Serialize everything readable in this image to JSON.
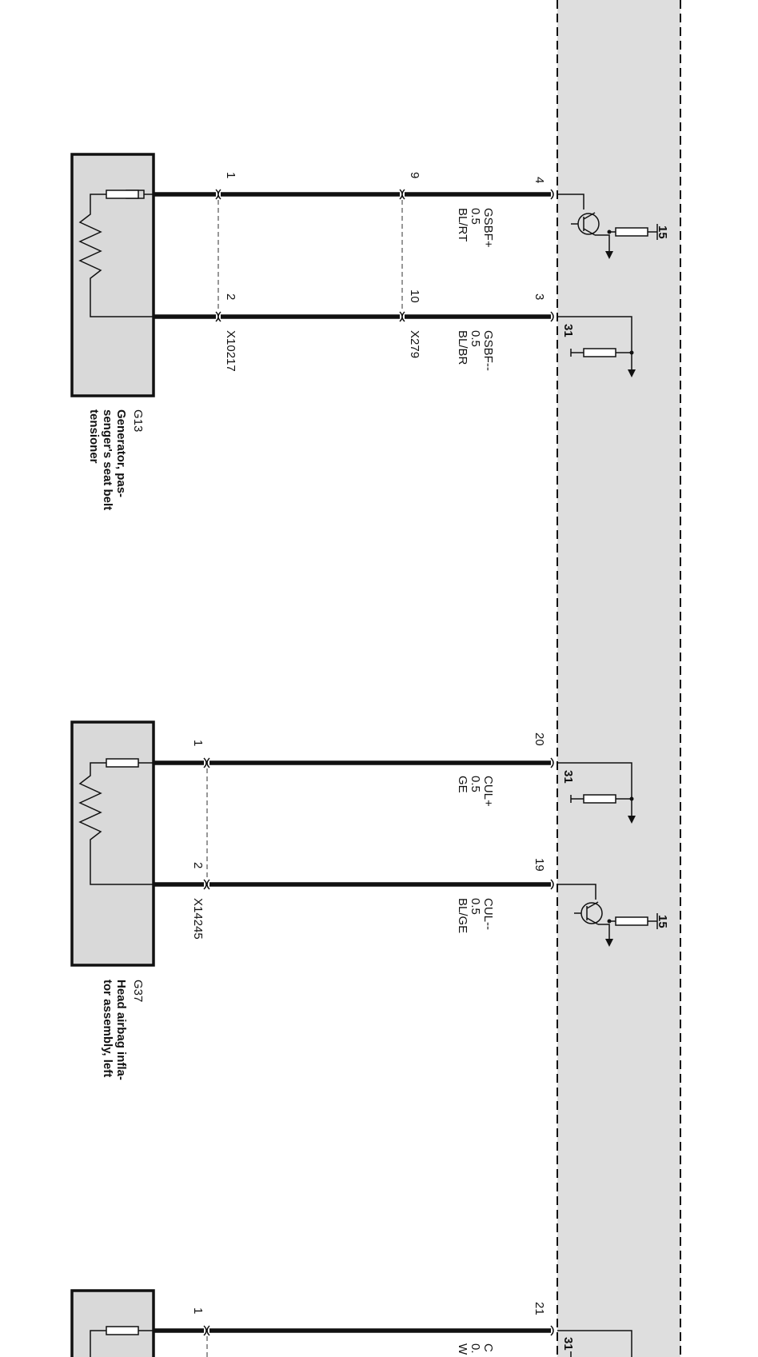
{
  "control_unit": {
    "fill_color": "#dedede",
    "pins": [
      "4",
      "3",
      "20",
      "19",
      "21"
    ],
    "supply_labels": [
      "15",
      "31",
      "31",
      "15",
      "31"
    ]
  },
  "components": [
    {
      "id": "G13",
      "description": "Generator, pas- senger's seat belt tensioner",
      "description_lines": [
        "Generator, pas-",
        "senger's seat belt",
        "tensioner"
      ],
      "connector": "X10217",
      "connector_pins": [
        "1",
        "2"
      ],
      "inline_connector": "X279",
      "inline_pins": [
        "9",
        "10"
      ]
    },
    {
      "id": "G37",
      "description": "Head airbag infla- tor assembly, left",
      "description_lines": [
        "Head airbag infla-",
        "tor assembly, left"
      ],
      "connector": "X14245",
      "connector_pins": [
        "1",
        "2"
      ]
    },
    {
      "id": "",
      "description": "",
      "connector": "",
      "connector_pins": [
        "1"
      ]
    }
  ],
  "wires": [
    {
      "signal": "GSBF+",
      "size": "0.5",
      "color": "BL/RT"
    },
    {
      "signal": "GSBF--",
      "size": "0.5",
      "color": "BL/BR"
    },
    {
      "signal": "CUL+",
      "size": "0.5",
      "color": "GE"
    },
    {
      "signal": "CUL--",
      "size": "0.5",
      "color": "BL/GE"
    },
    {
      "signal": "C",
      "size": "0.",
      "color": "W"
    }
  ]
}
